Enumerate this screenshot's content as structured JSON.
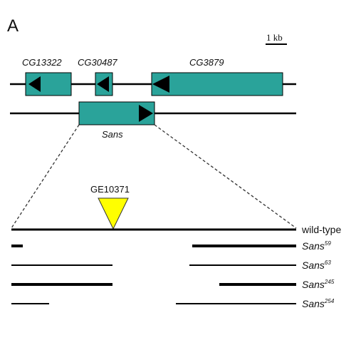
{
  "figure": {
    "panel_label": "A",
    "scale_bar": {
      "label": "1 kb"
    },
    "colors": {
      "gene_box": "#2aa39a",
      "gene_arrow": "#000000",
      "line": "#000000",
      "insertion": "#ffff00",
      "dashed": "#333333"
    },
    "genes_top": [
      {
        "name": "CG13322"
      },
      {
        "name": "CG30487"
      },
      {
        "name": "CG3879"
      }
    ],
    "gene_sans": {
      "name": "Sans"
    },
    "insertion": {
      "label": "GE10371"
    },
    "wild_type": {
      "label": "wild-type"
    },
    "alleles": [
      {
        "base": "Sans",
        "sup": "59"
      },
      {
        "base": "Sans",
        "sup": "63"
      },
      {
        "base": "Sans",
        "sup": "245"
      },
      {
        "base": "Sans",
        "sup": "254"
      }
    ]
  }
}
